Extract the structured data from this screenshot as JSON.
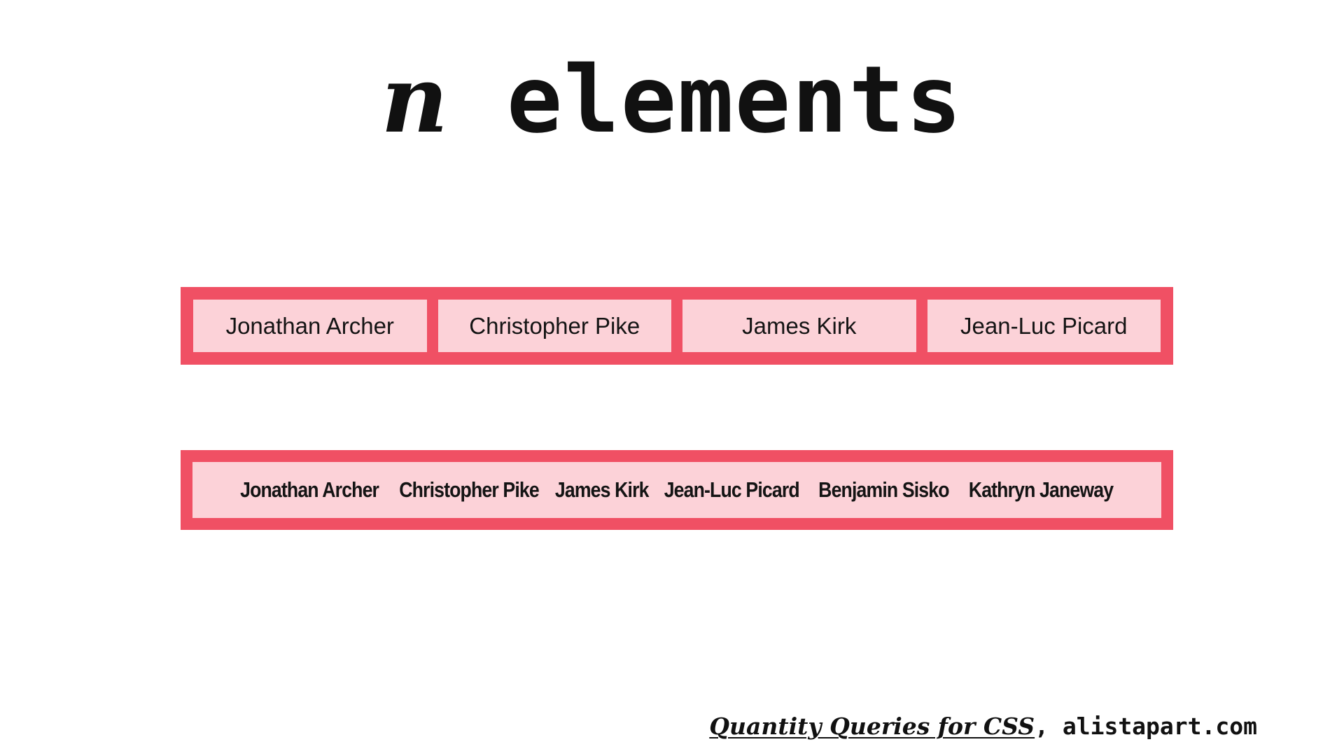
{
  "title": {
    "variable": "n",
    "text": "elements"
  },
  "row_four": {
    "items": [
      "Jonathan Archer",
      "Christopher Pike",
      "James Kirk",
      "Jean-Luc Picard"
    ]
  },
  "row_six": {
    "items": [
      "Jonathan Archer",
      "Christopher Pike",
      "James Kirk",
      "Jean-Luc Picard",
      "Benjamin Sisko",
      "Kathryn Janeway"
    ]
  },
  "credit": {
    "article": "Quantity Queries for CSS",
    "separator": ",",
    "site": "alistapart.com"
  },
  "colors": {
    "container": "#f05064",
    "item_bg": "#fcd2d8",
    "text": "#111111",
    "background": "#ffffff"
  }
}
